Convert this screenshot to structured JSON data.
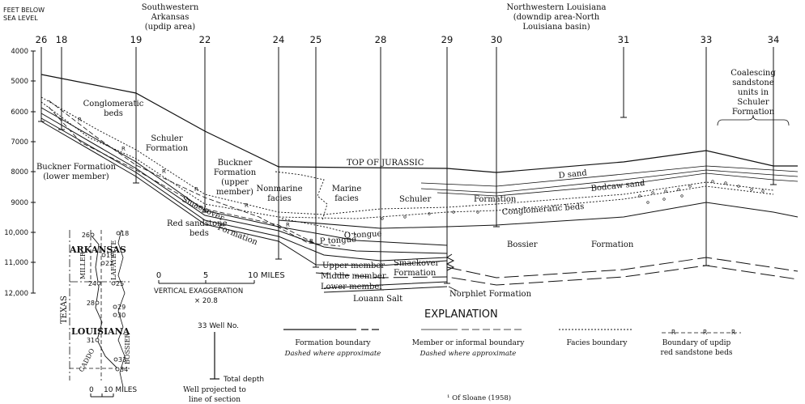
{
  "axis": {
    "title_line1": "FEET BELOW",
    "title_line2": "SEA LEVEL",
    "ticks": [
      "4000",
      "5000",
      "6000",
      "7000",
      "8000",
      "9000",
      "10,000",
      "11,000",
      "12,000"
    ]
  },
  "regions": {
    "sw_line1": "Southwestern",
    "sw_line2": "Arkansas",
    "sw_line3": "(updip area)",
    "nw_line1": "Northwestern Louisiana",
    "nw_line2": "(downdip area-North",
    "nw_line3": "Louisiana basin)"
  },
  "wells": [
    "26",
    "18",
    "19",
    "22",
    "24",
    "25",
    "28",
    "29",
    "30",
    "31",
    "33",
    "34"
  ],
  "labels": {
    "conglomeratic_beds_1": "Conglomeratic",
    "conglomeratic_beds_2": "beds",
    "schuler_formation_1": "Schuler",
    "schuler_formation_2": "Formation",
    "buckner_lower_1": "Buckner Formation",
    "buckner_lower_2": "(lower member)",
    "buckner_upper_1": "Buckner",
    "buckner_upper_2": "Formation",
    "buckner_upper_3": "(upper",
    "buckner_upper_4": "member)",
    "smackover_1": "Smackover",
    "formation_1": "Formation",
    "red_sandstone_1": "Red sandstone",
    "red_sandstone_2": "beds",
    "nonmarine_1": "Nonmarine",
    "nonmarine_2": "facies",
    "marine_1": "Marine",
    "marine_2": "facies",
    "top_of_jurassic": "TOP OF JURASSIC",
    "schuler": "Schuler",
    "formation_2": "Formation",
    "d_sand": "D sand",
    "bodcaw_sand": "Bodcaw sand",
    "bodcaw_sup": "1",
    "conglomeratic_beds_right": "Conglomeratic beds",
    "q_tongue": "Q tongue",
    "p_tongue": "P tongue",
    "bossier": "Bossier",
    "formation_3": "Formation",
    "upper_member": "Upper member",
    "middle_member": "Middle member",
    "lower_member": "Lower member",
    "smackover_2": "Smackover",
    "formation_4": "Formation",
    "louann_salt": "Louann Salt",
    "norphlet": "Norphlet Formation",
    "coalescing_1": "Coalescing",
    "coalescing_2": "sandstone",
    "coalescing_3": "units in",
    "coalescing_4": "Schuler",
    "coalescing_5": "Formation"
  },
  "scale": {
    "zero": "0",
    "five": "5",
    "ten": "10 MILES",
    "vert_ex": "VERTICAL EXAGGERATION",
    "times": "× 20.8"
  },
  "map": {
    "arkansas": "ARKANSAS",
    "louisiana": "LOUISIANA",
    "texas": "TEXAS",
    "miller": "MILLER",
    "lafayette": "LAFAYETTE",
    "caddo": "CADDO",
    "bossier": "BOSSIER",
    "wells": [
      "26",
      "18",
      "19",
      "22",
      "24",
      "25",
      "28",
      "29",
      "30",
      "31",
      "33",
      "34"
    ],
    "scale_0": "0",
    "scale_10": "10 MILES"
  },
  "explanation": {
    "title": "EXPLANATION",
    "well_no": "33 Well No.",
    "total_depth": "Total depth",
    "projected_1": "Well projected to",
    "projected_2": "line of section",
    "formation_boundary": "Formation boundary",
    "formation_dashed": "Dashed where approximate",
    "member_boundary": "Member or informal boundary",
    "member_dashed": "Dashed where approximate",
    "facies_boundary": "Facies boundary",
    "updip_1": "Boundary of updip",
    "updip_2": "red sandstone beds",
    "r_symbol": "R"
  },
  "footnote": "¹ Of Sloane (1958)"
}
